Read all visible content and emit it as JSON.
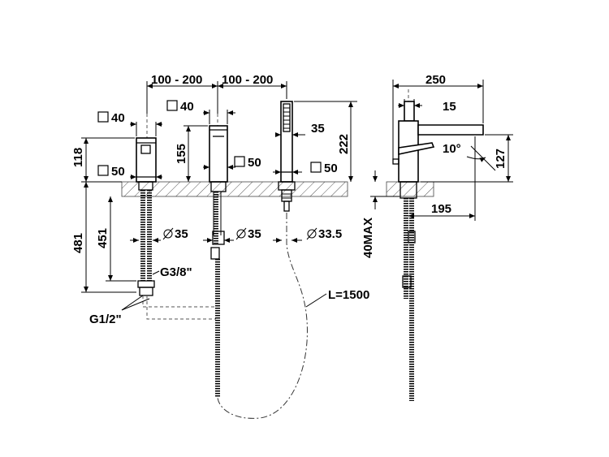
{
  "drawing": {
    "dims": {
      "spacing_left": "100 - 200",
      "spacing_right": "100 - 200",
      "square40_a": "40",
      "square40_b": "40",
      "square50_a": "50",
      "square50_b": "50",
      "square50_c": "50",
      "h118": "118",
      "h155": "155",
      "h222": "222",
      "w35": "35",
      "h481": "481",
      "h451": "451",
      "dia35_a": "35",
      "dia35_b": "35",
      "dia33_5": "33.5",
      "g38": "G3/8\"",
      "g12": "G1/2\"",
      "hose_length": "L=1500",
      "side_w250": "250",
      "side_w15": "15",
      "side_angle": "10°",
      "side_h127": "127",
      "side_w195": "195",
      "side_40max": "40MAX"
    }
  }
}
